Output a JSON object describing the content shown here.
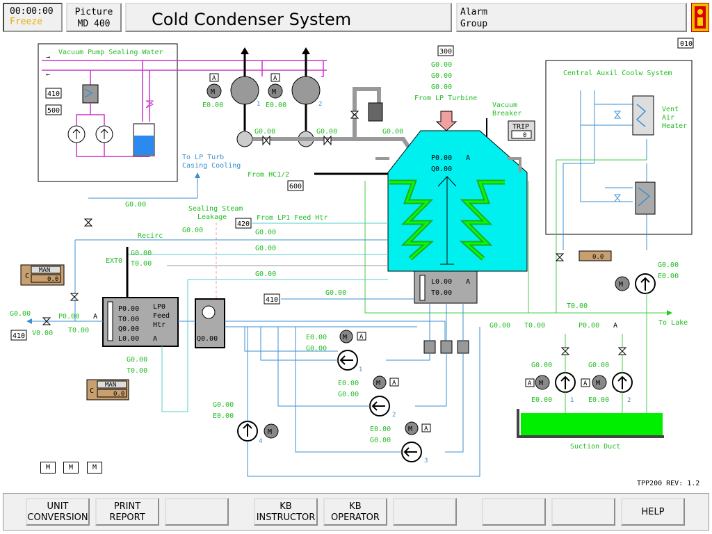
{
  "header": {
    "time": "00:00:00",
    "freeze": "Freeze",
    "picture_label": "Picture",
    "picture_id": "MD 400",
    "title": "Cold Condenser System",
    "alarm_label": "Alarm",
    "group_label": "Group"
  },
  "page_number": "010",
  "revision": "TPP200   REV: 1.2",
  "diagram": {
    "vacuum_pump_sealing_water": "Vacuum Pump Sealing Water",
    "tag_410a": "410",
    "tag_500": "500",
    "tag_300": "300",
    "tag_600": "600",
    "tag_420": "420",
    "tag_410b": "410",
    "tag_410c": "410",
    "turbine_g1": "G0.00",
    "turbine_g2": "G0.00",
    "turbine_g3": "G0.00",
    "from_lp_turbine": "From LP Turbine",
    "vacuum_breaker_1": "Vacuum",
    "vacuum_breaker_2": "Breaker",
    "trip_label": "TRIP",
    "trip_value": "0",
    "pump_e_1": "E0.00",
    "pump_e_2": "E0.00",
    "pump_num_1": "1",
    "pump_num_2": "2",
    "sep_g1": "G0.00",
    "sep_g2": "G0.00",
    "header_g": "G0.00",
    "to_lp_turb_1": "To LP Turb",
    "to_lp_turb_2": "Casing Cooling",
    "from_hc": "From HC1/2",
    "condenser_p": "P0.00",
    "condenser_a": "A",
    "condenser_q": "Q0.00",
    "hotwell_l": "L0.00",
    "hotwell_a": "A",
    "hotwell_t": "T0.00",
    "central_auxil": "Central Auxil Coolw System",
    "vent_air_1": "Vent",
    "vent_air_2": "Air",
    "vent_air_3": "Heater",
    "sealing_steam_1": "Sealing Steam",
    "sealing_steam_2": "Leakage",
    "sealing_g": "G0.00",
    "from_lp1": "From LP1 Feed Htr",
    "line_g1": "G0.00",
    "line_g2": "G0.00",
    "line_g3": "G0.00",
    "line_g4": "G0.00",
    "recirc": "Recirc",
    "recirc_g": "G0.00",
    "ext0": "EXT0",
    "ext_g": "G0.00",
    "ext_t": "T0.00",
    "lp_g": "G0.00",
    "man_label": "MAN",
    "man_c": "C",
    "man_value": "0.0",
    "man2_label": "MAN",
    "man2_c": "C",
    "man2_value": "0.0",
    "vent_value": "0.0",
    "lp0_p": "P0.00",
    "lp0_t1": "T0.00",
    "lp0_q": "Q0.00",
    "lp0_l": "L0.00",
    "lp0_a": "A",
    "lp0_name_1": "LP0",
    "lp0_name_2": "Feed",
    "lp0_name_3": "Htr",
    "left_g": "G0.00",
    "left_p": "P0.00",
    "left_a": "A",
    "left_t": "T0.00",
    "left_v": "V0.00",
    "gland_g": "G0.00",
    "gland_t": "T0.00",
    "gland_q": "Q0.00",
    "line_t1": "T0.00",
    "line_t2": "T0.00",
    "line_g5": "G0.00",
    "line_t3": "T0.00",
    "line_p": "P0.00",
    "line_a": "A",
    "to_lake": "To Lake",
    "right_g": "G0.00",
    "right_e": "E0.00",
    "cp1_e": "E0.00",
    "cp1_g": "G0.00",
    "cp1_num": "1",
    "cp2_e": "E0.00",
    "cp2_g": "G0.00",
    "cp2_num": "2",
    "cp3_e": "E0.00",
    "cp3_g": "G0.00",
    "cp3_num": "3",
    "cp4_g": "G0.00",
    "cp4_e": "E0.00",
    "cp4_num": "4",
    "cw1_g": "G0.00",
    "cw1_e": "E0.00",
    "cw1_num": "1",
    "cw2_g": "G0.00",
    "cw2_e": "E0.00",
    "cw2_num": "2",
    "suction_duct": "Suction Duct",
    "motor_m": "M",
    "auto_a": "A",
    "small_a": "A"
  },
  "m_buttons": [
    "M",
    "M",
    "M"
  ],
  "buttons": [
    {
      "l1": "UNIT",
      "l2": "CONVERSION"
    },
    {
      "l1": "PRINT",
      "l2": "REPORT"
    },
    {
      "l1": "",
      "l2": ""
    },
    {
      "l1": "KB",
      "l2": "INSTRUCTOR"
    },
    {
      "l1": "KB",
      "l2": "OPERATOR"
    },
    {
      "l1": "",
      "l2": ""
    },
    {
      "l1": "",
      "l2": ""
    },
    {
      "l1": "",
      "l2": ""
    },
    {
      "l1": "HELP",
      "l2": ""
    }
  ],
  "colors": {
    "green_text": "#22bb22",
    "cyan": "#00f0f0",
    "green_fill": "#00ee00",
    "pipe_blue": "#3b8fd0",
    "pipe_magenta": "#cc33cc"
  }
}
